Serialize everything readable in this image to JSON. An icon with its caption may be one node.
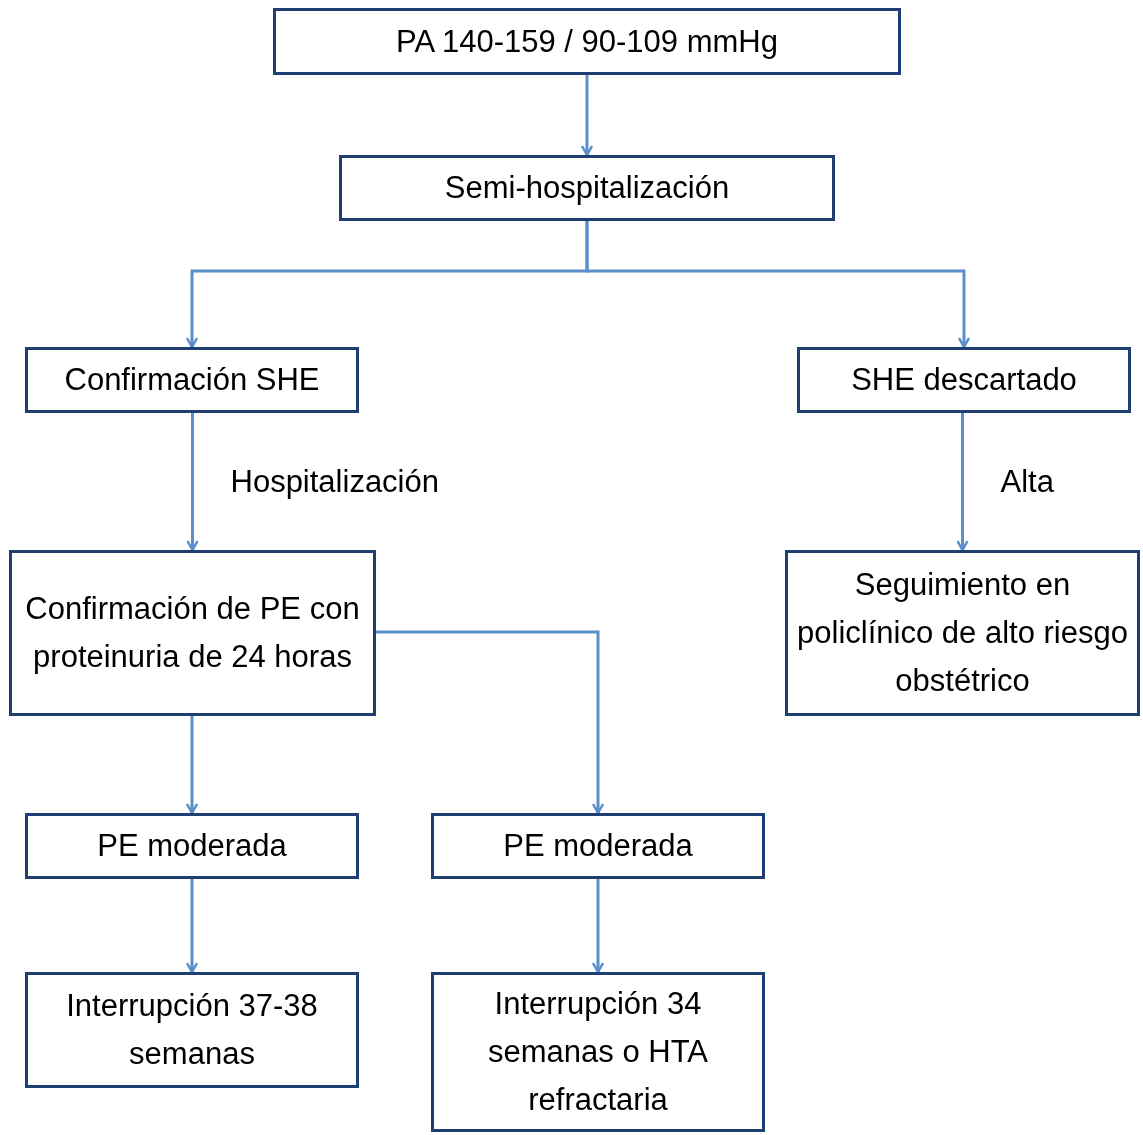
{
  "diagram": {
    "nodes": [
      {
        "text": [
          "PA 140-159 / 90-109 mmHg"
        ]
      },
      {
        "text": [
          "Semi-hospitalización"
        ]
      },
      {
        "text": [
          "Confirmación SHE"
        ]
      },
      {
        "text": [
          "SHE descartado"
        ]
      },
      {
        "text": [
          "Confirmación de PE con proteinuria de 24 horas"
        ]
      },
      {
        "text": [
          "Seguimiento en policlínico de alto riesgo obstétrico"
        ]
      },
      {
        "text": [
          "PE moderada"
        ]
      },
      {
        "text": [
          "PE moderada"
        ]
      },
      {
        "text": [
          "Interrupción 37-38 semanas"
        ]
      },
      {
        "text": [
          "Interrupción 34 semanas o HTA refractaria"
        ]
      }
    ],
    "edges": [
      {
        "from": 0,
        "to": 1,
        "arrow": "to"
      },
      {
        "from": 1,
        "to": 2,
        "arrow": "to"
      },
      {
        "from": 1,
        "to": 3,
        "arrow": "to"
      },
      {
        "from": 2,
        "to": 4,
        "arrow": "to",
        "label": "Hospitalización"
      },
      {
        "from": 3,
        "to": 5,
        "arrow": "to",
        "label": "Alta"
      },
      {
        "from": 4,
        "to": 6,
        "arrow": "to"
      },
      {
        "from": 4,
        "to": 7,
        "arrow": "to"
      },
      {
        "from": 6,
        "to": 8,
        "arrow": "to"
      },
      {
        "from": 7,
        "to": 9,
        "arrow": "to"
      }
    ]
  }
}
